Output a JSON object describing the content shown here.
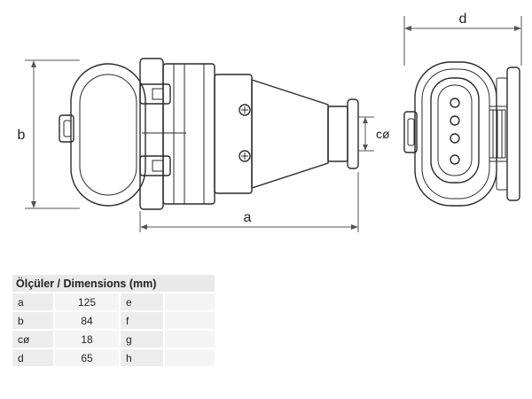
{
  "dimension_labels": {
    "a": "a",
    "b": "b",
    "c": "cø",
    "d": "d"
  },
  "table": {
    "title": "Ölçüler / Dimensions (mm)",
    "rows": [
      {
        "key": "a",
        "value": "125",
        "key2": "e",
        "value2": ""
      },
      {
        "key": "b",
        "value": "84",
        "key2": "f",
        "value2": ""
      },
      {
        "key": "cø",
        "value": "18",
        "key2": "g",
        "value2": ""
      },
      {
        "key": "d",
        "value": "65",
        "key2": "h",
        "value2": ""
      }
    ]
  }
}
